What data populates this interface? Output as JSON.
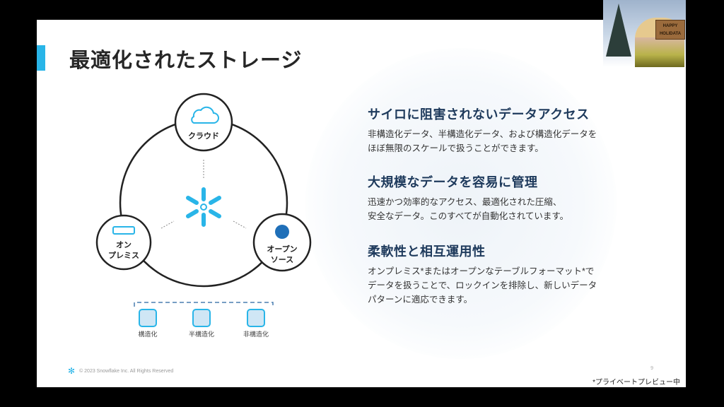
{
  "slide": {
    "title": "最適化されたストレージ",
    "diagram": {
      "nodes": [
        {
          "label_line1": "クラウド"
        },
        {
          "label_line1": "オン",
          "label_line2": "プレミス"
        },
        {
          "label_line1": "オープン",
          "label_line2": "ソース"
        }
      ],
      "storage": [
        {
          "label": "構造化"
        },
        {
          "label": "半構造化"
        },
        {
          "label": "非構造化"
        }
      ]
    },
    "sections": [
      {
        "heading": "サイロに阻害されないデータアクセス",
        "lines": [
          "非構造化データ、半構造化データ、および構造化データを",
          "ほぼ無限のスケールで扱うことができます。"
        ]
      },
      {
        "heading": "大規模なデータを容易に管理",
        "lines": [
          "迅速かつ効率的なアクセス、最適化された圧縮、",
          "安全なデータ。このすべてが自動化されています。"
        ]
      },
      {
        "heading": "柔軟性と相互運用性",
        "lines": [
          "オンプレミス*またはオープンなテーブルフォーマット*で",
          "データを扱うことで、ロックインを排除し、新しいデータ",
          "パターンに適応できます。"
        ]
      }
    ],
    "copyright": "© 2023 Snowflake Inc. All Rights Reserved",
    "page_number": "9",
    "footnote": "*プライベートプレビュー中"
  },
  "webcam": {
    "sign_line1": "HAPPY",
    "sign_line2": "HOLIDATA"
  },
  "colors": {
    "accent": "#29b5e8",
    "heading": "#1e3a5c"
  }
}
